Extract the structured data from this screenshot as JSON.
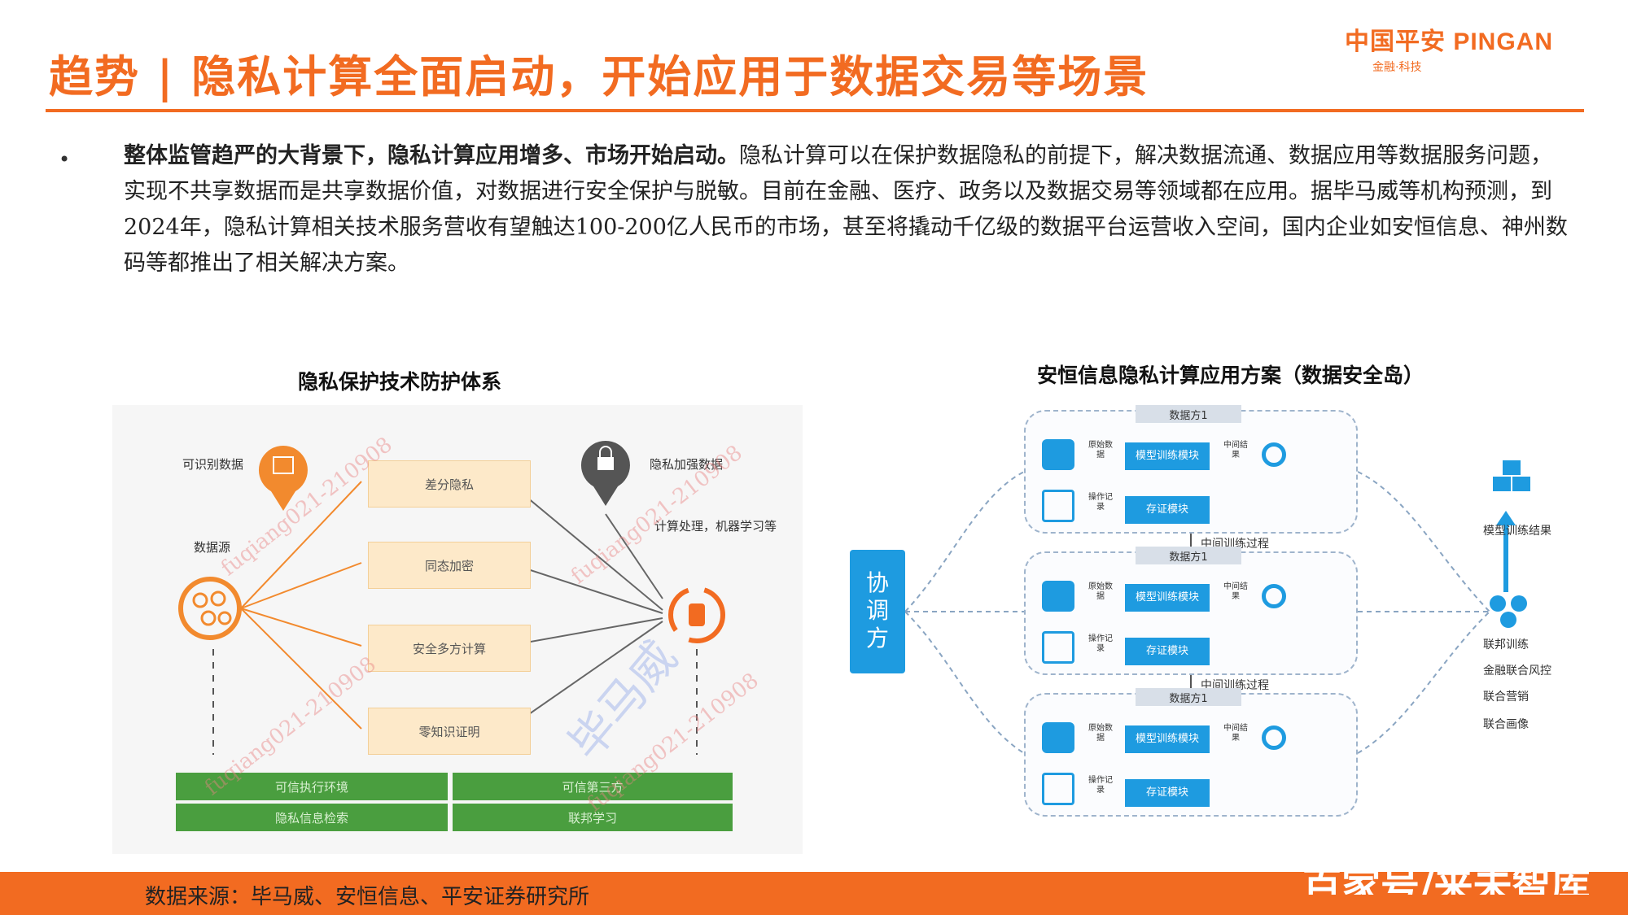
{
  "header": {
    "title": "趋势 | 隐私计算全面启动，开始应用于数据交易等场景",
    "logo_main": "中国平安 PINGAN",
    "logo_sub": "金融·科技"
  },
  "body": {
    "lead": "整体监管趋严的大背景下，隐私计算应用增多、市场开始启动。",
    "text": "隐私计算可以在保护数据隐私的前提下，解决数据流通、数据应用等数据服务问题，实现不共享数据而是共享数据价值，对数据进行安全保护与脱敏。目前在金融、医疗、政务以及数据交易等领域都在应用。据毕马威等机构预测，到2024年，隐私计算相关技术服务营收有望触达100-200亿人民币的市场，甚至将撬动千亿级的数据平台运营收入空间，国内企业如安恒信息、神州数码等都推出了相关解决方案。"
  },
  "left_figure": {
    "caption": "隐私保护技术防护体系",
    "identifiable_label": "可识别数据",
    "source_label": "数据源",
    "enhanced_label": "隐私加强数据",
    "compute_label": "计算处理，机器学习等",
    "techniques": [
      "差分隐私",
      "同态加密",
      "安全多方计算",
      "零知识证明"
    ],
    "foundation": [
      "可信执行环境",
      "可信第三方",
      "隐私信息检索",
      "联邦学习"
    ],
    "watermark_a": "fuqiang021-210908",
    "watermark_b": "毕马威"
  },
  "right_figure": {
    "caption": "安恒信息隐私计算应用方案（数据安全岛）",
    "coordinator": "协调方",
    "parties": [
      {
        "title": "数据方1"
      },
      {
        "title": "数据方1"
      },
      {
        "title": "数据方1"
      }
    ],
    "raw_data": "原始数据",
    "train_module": "模型训练模块",
    "mid_result": "中间结果",
    "op_log": "操作记录",
    "proof_module": "存证模块",
    "mid_process": "中间训练过程",
    "model_result": "模型训练结果",
    "uses": [
      "联邦训练",
      "金融联合风控",
      "联合营销",
      "联合画像"
    ]
  },
  "footer": {
    "source": "数据来源：毕马威、安恒信息、平安证券研究所",
    "watermark": "百家号/来未智库"
  },
  "colors": {
    "accent": "#f26b21",
    "blue": "#1e9be0",
    "green": "#4a9e3f"
  }
}
